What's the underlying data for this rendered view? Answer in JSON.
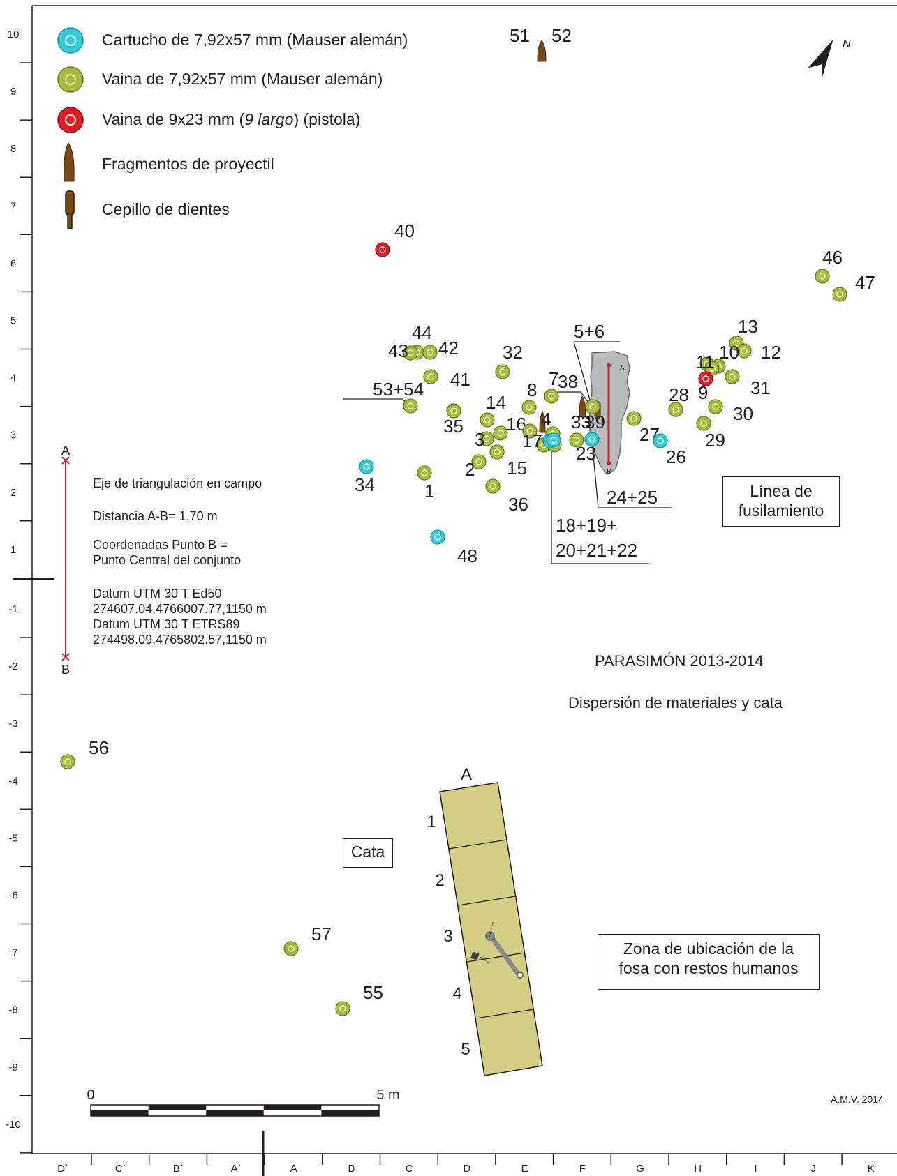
{
  "legend": [
    {
      "label": "Cartucho de 7,92x57 mm (Mauser alemán)",
      "symbol": "cartridge",
      "color": "#33ccd6"
    },
    {
      "label": "Vaina de 7,92x57 mm (Mauser alemán)",
      "symbol": "casing",
      "color": "#a9bb3c"
    },
    {
      "label_parts": [
        "Vaina de 9x23 mm (",
        "9 largo",
        ") (pistola)"
      ],
      "symbol": "pistol-casing",
      "color": "#e11d25"
    },
    {
      "label": "Fragmentos de proyectil",
      "symbol": "projectile",
      "color": "#7a4a16"
    },
    {
      "label": "Cepillo de dientes",
      "symbol": "toothbrush",
      "color": "#7a4a16"
    }
  ],
  "y_axis_labels": [
    "10",
    "9",
    "8",
    "7",
    "6",
    "5",
    "4",
    "3",
    "2",
    "1",
    "-1",
    "-2",
    "-3",
    "-4",
    "-5",
    "-6",
    "-7",
    "-8",
    "-9",
    "-10"
  ],
  "x_axis_labels": [
    "D`",
    "C`",
    "B`",
    "A`",
    "A",
    "B",
    "C",
    "D",
    "E",
    "F",
    "G",
    "H",
    "I",
    "J",
    "K"
  ],
  "info": {
    "axis_title": "Eje de triangulación en campo",
    "distance": "Distancia A-B= 1,70 m",
    "coord_line1": "Coordenadas Punto B =",
    "coord_line2": "Punto Central del conjunto",
    "datum1": "Datum UTM 30 T Ed50",
    "datum1_vals": "274607.04,4766007.77,1150 m",
    "datum2": "Datum UTM 30 T ETRS89",
    "datum2_vals": "274498.09,4765802.57,1150 m",
    "point_a": "A",
    "point_b": "B"
  },
  "title": "PARASIMÓN 2013-2014",
  "subtitle": "Dispersión de materiales y cata",
  "boxes": {
    "linea_line1": "Línea de",
    "linea_line2": "fusilamiento",
    "cata": "Cata",
    "zona_line1": "Zona de ubicación de la",
    "zona_line2": "fosa con restos humanos"
  },
  "scale": {
    "start": "0",
    "end": "5 m"
  },
  "credit": "A.M.V. 2014",
  "north": "N",
  "trench": {
    "corner": "A",
    "sectors": [
      "1",
      "2",
      "3",
      "4",
      "5"
    ]
  },
  "points": [
    {
      "id": "40",
      "type": "pistol-casing"
    },
    {
      "id": "46",
      "type": "casing"
    },
    {
      "id": "47",
      "type": "casing"
    },
    {
      "id": "13",
      "type": "casing"
    },
    {
      "id": "12",
      "type": "casing"
    },
    {
      "id": "10",
      "type": "casing"
    },
    {
      "id": "11",
      "type": "casing"
    },
    {
      "id": "9",
      "type": "pistol-casing"
    },
    {
      "id": "31",
      "type": "casing"
    },
    {
      "id": "30",
      "type": "casing"
    },
    {
      "id": "29",
      "type": "casing"
    },
    {
      "id": "28",
      "type": "casing"
    },
    {
      "id": "27",
      "type": "casing"
    },
    {
      "id": "26",
      "type": "cartridge"
    },
    {
      "id": "44",
      "type": "casing"
    },
    {
      "id": "43",
      "type": "casing"
    },
    {
      "id": "42",
      "type": "casing"
    },
    {
      "id": "41",
      "type": "casing"
    },
    {
      "id": "32",
      "type": "casing"
    },
    {
      "id": "53+54",
      "type": "casing"
    },
    {
      "id": "35",
      "type": "casing"
    },
    {
      "id": "14",
      "type": "casing"
    },
    {
      "id": "3",
      "type": "casing"
    },
    {
      "id": "16",
      "type": "casing"
    },
    {
      "id": "2",
      "type": "casing"
    },
    {
      "id": "15",
      "type": "casing"
    },
    {
      "id": "36",
      "type": "casing"
    },
    {
      "id": "1",
      "type": "casing"
    },
    {
      "id": "34",
      "type": "cartridge"
    },
    {
      "id": "48",
      "type": "cartridge"
    },
    {
      "id": "8",
      "type": "casing"
    },
    {
      "id": "7",
      "type": "casing"
    },
    {
      "id": "17",
      "type": "casing"
    },
    {
      "id": "23",
      "type": "casing"
    },
    {
      "id": "33",
      "type": "cartridge"
    },
    {
      "id": "56",
      "type": "casing"
    },
    {
      "id": "57",
      "type": "casing"
    },
    {
      "id": "55",
      "type": "casing"
    }
  ],
  "group_labels": [
    "5+6",
    "38",
    "39",
    "4",
    "18+19+",
    "20+21+22",
    "24+25",
    "51",
    "52"
  ]
}
